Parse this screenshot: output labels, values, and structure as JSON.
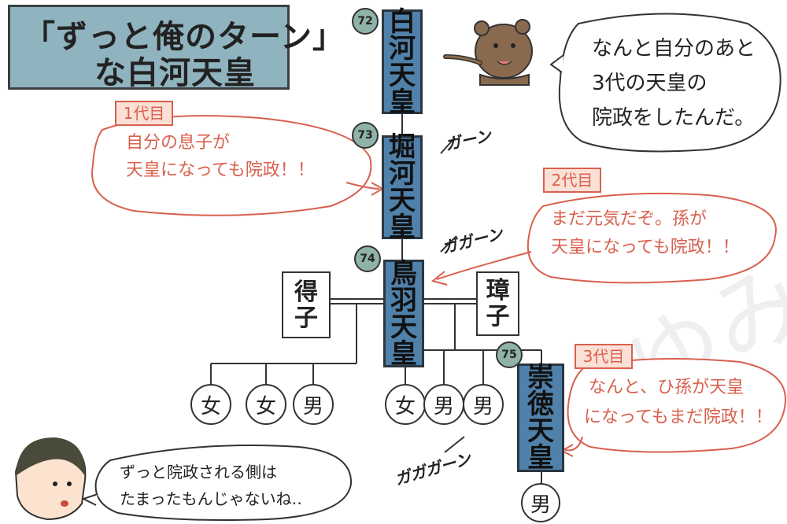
{
  "title": {
    "line1": "「ずっと俺のターン」",
    "line2": "な白河天皇"
  },
  "emperors": [
    {
      "num": "72",
      "name": [
        "白",
        "河",
        "天",
        "皇"
      ]
    },
    {
      "num": "73",
      "name": [
        "堀",
        "河",
        "天",
        "皇"
      ]
    },
    {
      "num": "74",
      "name": [
        "鳥",
        "羽",
        "天",
        "皇"
      ]
    },
    {
      "num": "75",
      "name": [
        "崇",
        "徳",
        "天",
        "皇"
      ]
    }
  ],
  "consorts": {
    "left": [
      "得",
      "子"
    ],
    "right": [
      "璋",
      "子"
    ]
  },
  "children": {
    "left": [
      "女",
      "女",
      "男"
    ],
    "right": [
      "女",
      "男",
      "男"
    ],
    "sutoku": "男"
  },
  "notes": [
    {
      "tag": "1代目",
      "lines": [
        "自分の息子が",
        "天皇になっても院政！！"
      ]
    },
    {
      "tag": "2代目",
      "lines": [
        "まだ元気だぞ。孫が",
        "天皇になっても院政！！"
      ]
    },
    {
      "tag": "3代目",
      "lines": [
        "なんと、ひ孫が天皇",
        "になってもまだ院政！！"
      ]
    }
  ],
  "bear_speech": [
    "なんと自分のあと",
    "3代の天皇の",
    "院政をしたんだ。"
  ],
  "person_speech": [
    "ずっと院政される側は",
    "たまったもんじゃないね‥"
  ],
  "sfx": [
    "ガーン",
    "ガガーン",
    "ガガガーン"
  ],
  "watermark": "ゆみね",
  "colors": {
    "emperor_fill": "#4f81aa",
    "title_fill": "#8fb3bf",
    "accent_red": "#d9604e",
    "badge_fill": "#8fb3a8"
  }
}
